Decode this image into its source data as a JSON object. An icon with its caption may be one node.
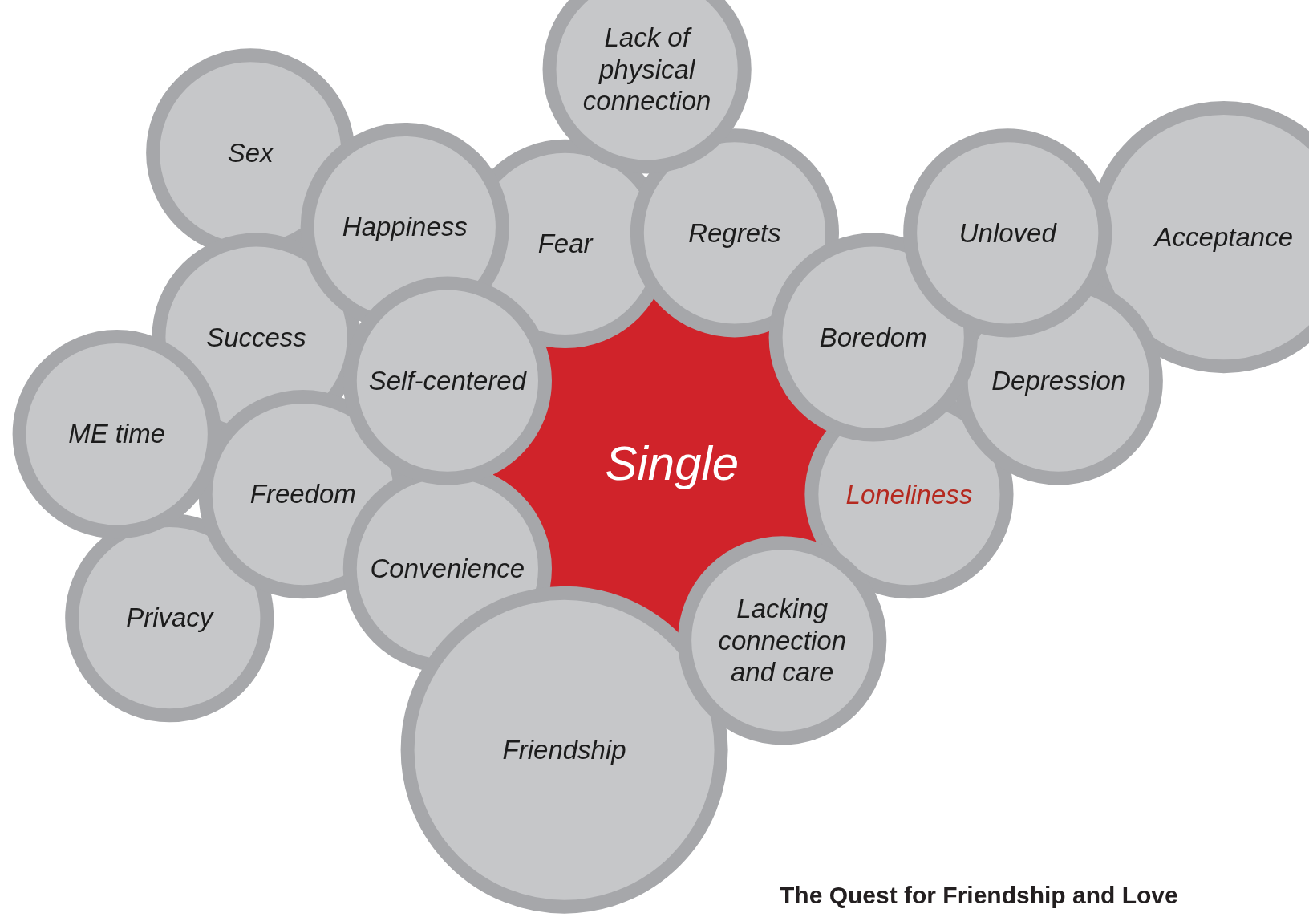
{
  "diagram": {
    "title": "The Quest for Friendship and Love",
    "nodes": [
      {
        "text": [
          "Lack of physical connection"
        ]
      },
      {
        "text": [
          "Sex"
        ]
      },
      {
        "text": [
          "Happiness"
        ]
      },
      {
        "text": [
          "Fear"
        ]
      },
      {
        "text": [
          "Regrets"
        ]
      },
      {
        "text": [
          "Unloved"
        ]
      },
      {
        "text": [
          "Acceptance"
        ]
      },
      {
        "text": [
          "Success"
        ]
      },
      {
        "text": [
          "Self-centered"
        ]
      },
      {
        "text": [
          "Boredom"
        ]
      },
      {
        "text": [
          "Depression"
        ]
      },
      {
        "text": [
          "ME time"
        ]
      },
      {
        "text": [
          "Single"
        ]
      },
      {
        "text": [
          "Freedom"
        ]
      },
      {
        "text": [
          "Loneliness"
        ]
      },
      {
        "text": [
          "Convenience"
        ]
      },
      {
        "text": [
          "Privacy"
        ]
      },
      {
        "text": [
          "Lacking connection and care"
        ]
      },
      {
        "text": [
          "Friendship"
        ]
      }
    ]
  }
}
